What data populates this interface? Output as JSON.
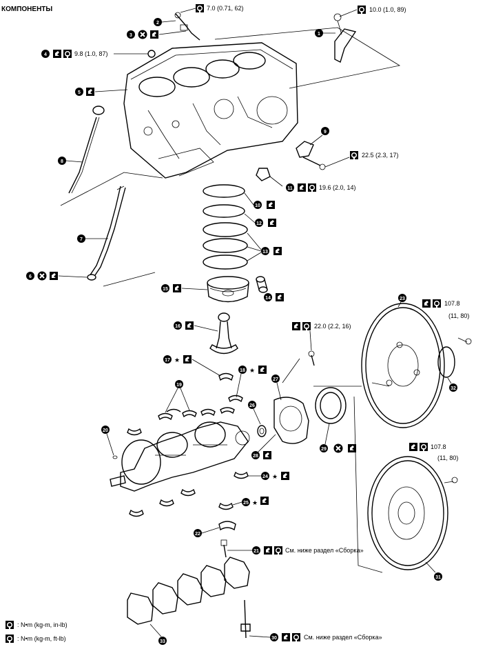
{
  "title": "КОМПОНЕНТЫ",
  "torques": {
    "t1": "7.0 (0.71, 62)",
    "t2": "10.0 (1.0, 89)",
    "t3": "9.8 (1.0, 87)",
    "t4": "22.5 (2.3, 17)",
    "t5": "19.6 (2.0, 14)",
    "t6": "22.0 (2.2, 16)",
    "t7a": "107.8",
    "t7b": "(11, 80)",
    "t8a": "107.8",
    "t8b": "(11, 80)",
    "t9": "См. ниже раздел «Сборка»",
    "t10": "См. ниже раздел «Сборка»"
  },
  "legend": {
    "line1": ": N•m (kg-m, in-lb)",
    "line2": ": N•m (kg-m, ft-lb)"
  },
  "callouts": {
    "c1": "1",
    "c2": "2",
    "c3": "3",
    "c4": "4",
    "c5": "5",
    "c6": "6",
    "c7": "7",
    "c8": "8",
    "c9": "9",
    "c10": "10",
    "c11": "11",
    "c12": "12",
    "c13": "13",
    "c14": "14",
    "c15": "15",
    "c16": "16",
    "c17": "17",
    "c18": "18",
    "c19": "19",
    "c20": "20",
    "c21": "21",
    "c22": "22",
    "c23": "23",
    "c24": "24",
    "c25": "25",
    "c26": "26",
    "c27": "27",
    "c28": "28",
    "c29": "29",
    "c30": "30",
    "c31": "31",
    "c32": "32",
    "c33": "33"
  },
  "stars": {
    "s17": "★",
    "s18": "★",
    "s24": "★",
    "s25": "★"
  }
}
